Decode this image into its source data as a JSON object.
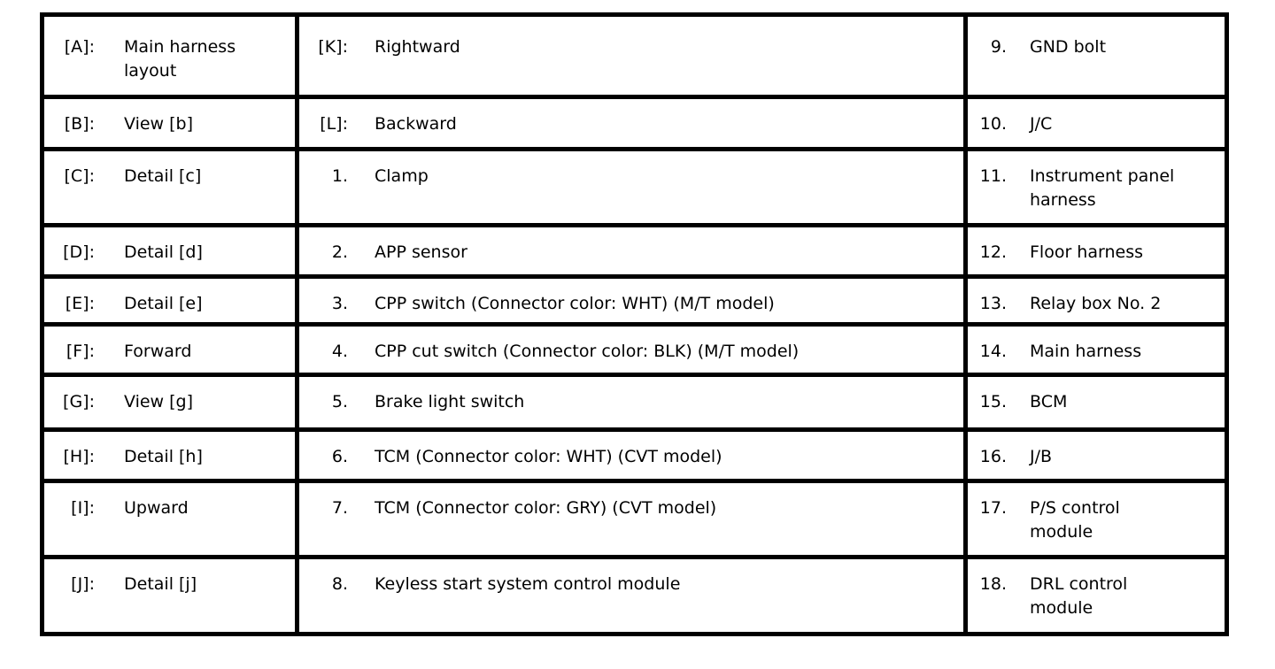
{
  "colors": {
    "border": "#000000",
    "background": "#ffffff",
    "text": "#000000"
  },
  "table": {
    "columns": [
      {
        "name": "view-references-a-j",
        "rows": [
          {
            "marker": "[A]:",
            "label": "Main harness layout"
          },
          {
            "marker": "[B]:",
            "label": "View [b]"
          },
          {
            "marker": "[C]:",
            "label": "Detail [c]"
          },
          {
            "marker": "[D]:",
            "label": "Detail [d]"
          },
          {
            "marker": "[E]:",
            "label": "Detail [e]"
          },
          {
            "marker": "[F]:",
            "label": "Forward"
          },
          {
            "marker": "[G]:",
            "label": "View [g]"
          },
          {
            "marker": "[H]:",
            "label": "Detail [h]"
          },
          {
            "marker": "[I]:",
            "label": "Upward"
          },
          {
            "marker": "[J]:",
            "label": "Detail [j]"
          }
        ]
      },
      {
        "name": "view-references-k-l-and-items-1-8",
        "rows": [
          {
            "marker": "[K]:",
            "label": "Rightward"
          },
          {
            "marker": "[L]:",
            "label": "Backward"
          },
          {
            "marker": "1.",
            "label": "Clamp"
          },
          {
            "marker": "2.",
            "label": "APP sensor"
          },
          {
            "marker": "3.",
            "label": "CPP switch (Connector color: WHT) (M/T model)"
          },
          {
            "marker": "4.",
            "label": "CPP cut switch (Connector color: BLK) (M/T model)"
          },
          {
            "marker": "5.",
            "label": "Brake light switch"
          },
          {
            "marker": "6.",
            "label": "TCM (Connector color: WHT) (CVT model)"
          },
          {
            "marker": "7.",
            "label": "TCM (Connector color: GRY) (CVT model)"
          },
          {
            "marker": "8.",
            "label": "Keyless start system control module"
          }
        ]
      },
      {
        "name": "items-9-18",
        "rows": [
          {
            "marker": "9.",
            "label": "GND bolt"
          },
          {
            "marker": "10.",
            "label": "J/C"
          },
          {
            "marker": "11.",
            "label": "Instrument panel harness"
          },
          {
            "marker": "12.",
            "label": "Floor harness"
          },
          {
            "marker": "13.",
            "label": "Relay box No. 2"
          },
          {
            "marker": "14.",
            "label": "Main harness"
          },
          {
            "marker": "15.",
            "label": "BCM"
          },
          {
            "marker": "16.",
            "label": "J/B"
          },
          {
            "marker": "17.",
            "label": "P/S control module"
          },
          {
            "marker": "18.",
            "label": "DRL control module"
          }
        ]
      }
    ]
  }
}
